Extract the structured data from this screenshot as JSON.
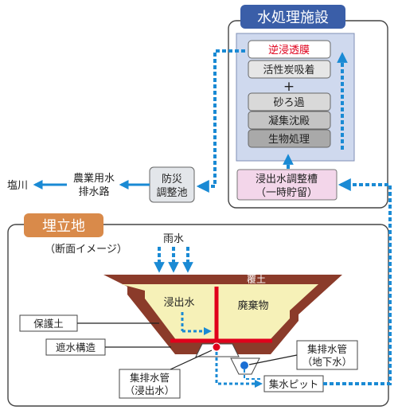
{
  "facility": {
    "title": "水処理施設",
    "steps_top": [
      "逆浸透膜",
      "活性炭吸着"
    ],
    "plus": "+",
    "steps_bottom": [
      "砂ろ過",
      "凝集沈殿",
      "生物処理"
    ],
    "tank": [
      "浸出水調整槽",
      "（一時貯留）"
    ]
  },
  "pond": [
    "防災",
    "調整池"
  ],
  "channel": [
    "農業用水",
    "排水路"
  ],
  "river": "塩川",
  "landfill": {
    "title": "埋立地",
    "subtitle": "（断面イメージ）",
    "rain": "雨水",
    "cover": "覆土",
    "leachate": "浸出水",
    "waste": "廃棄物",
    "protective_soil": "保護土",
    "barrier": "遮水構造",
    "pipe_leachate": [
      "集排水管",
      "（浸出水）"
    ],
    "pipe_ground": [
      "集排水管",
      "（地下水）"
    ],
    "pit": "集水ピット"
  },
  "colors": {
    "facility_header": "#3a5ea8",
    "landfill_header": "#d98a4a",
    "flow_arrow": "#1a8ad4",
    "tank_fill": "#f3d6ea",
    "cover_soil": "#8b3b2a",
    "liner": "#e0001b",
    "waste_fill": "#f6f1b8"
  }
}
